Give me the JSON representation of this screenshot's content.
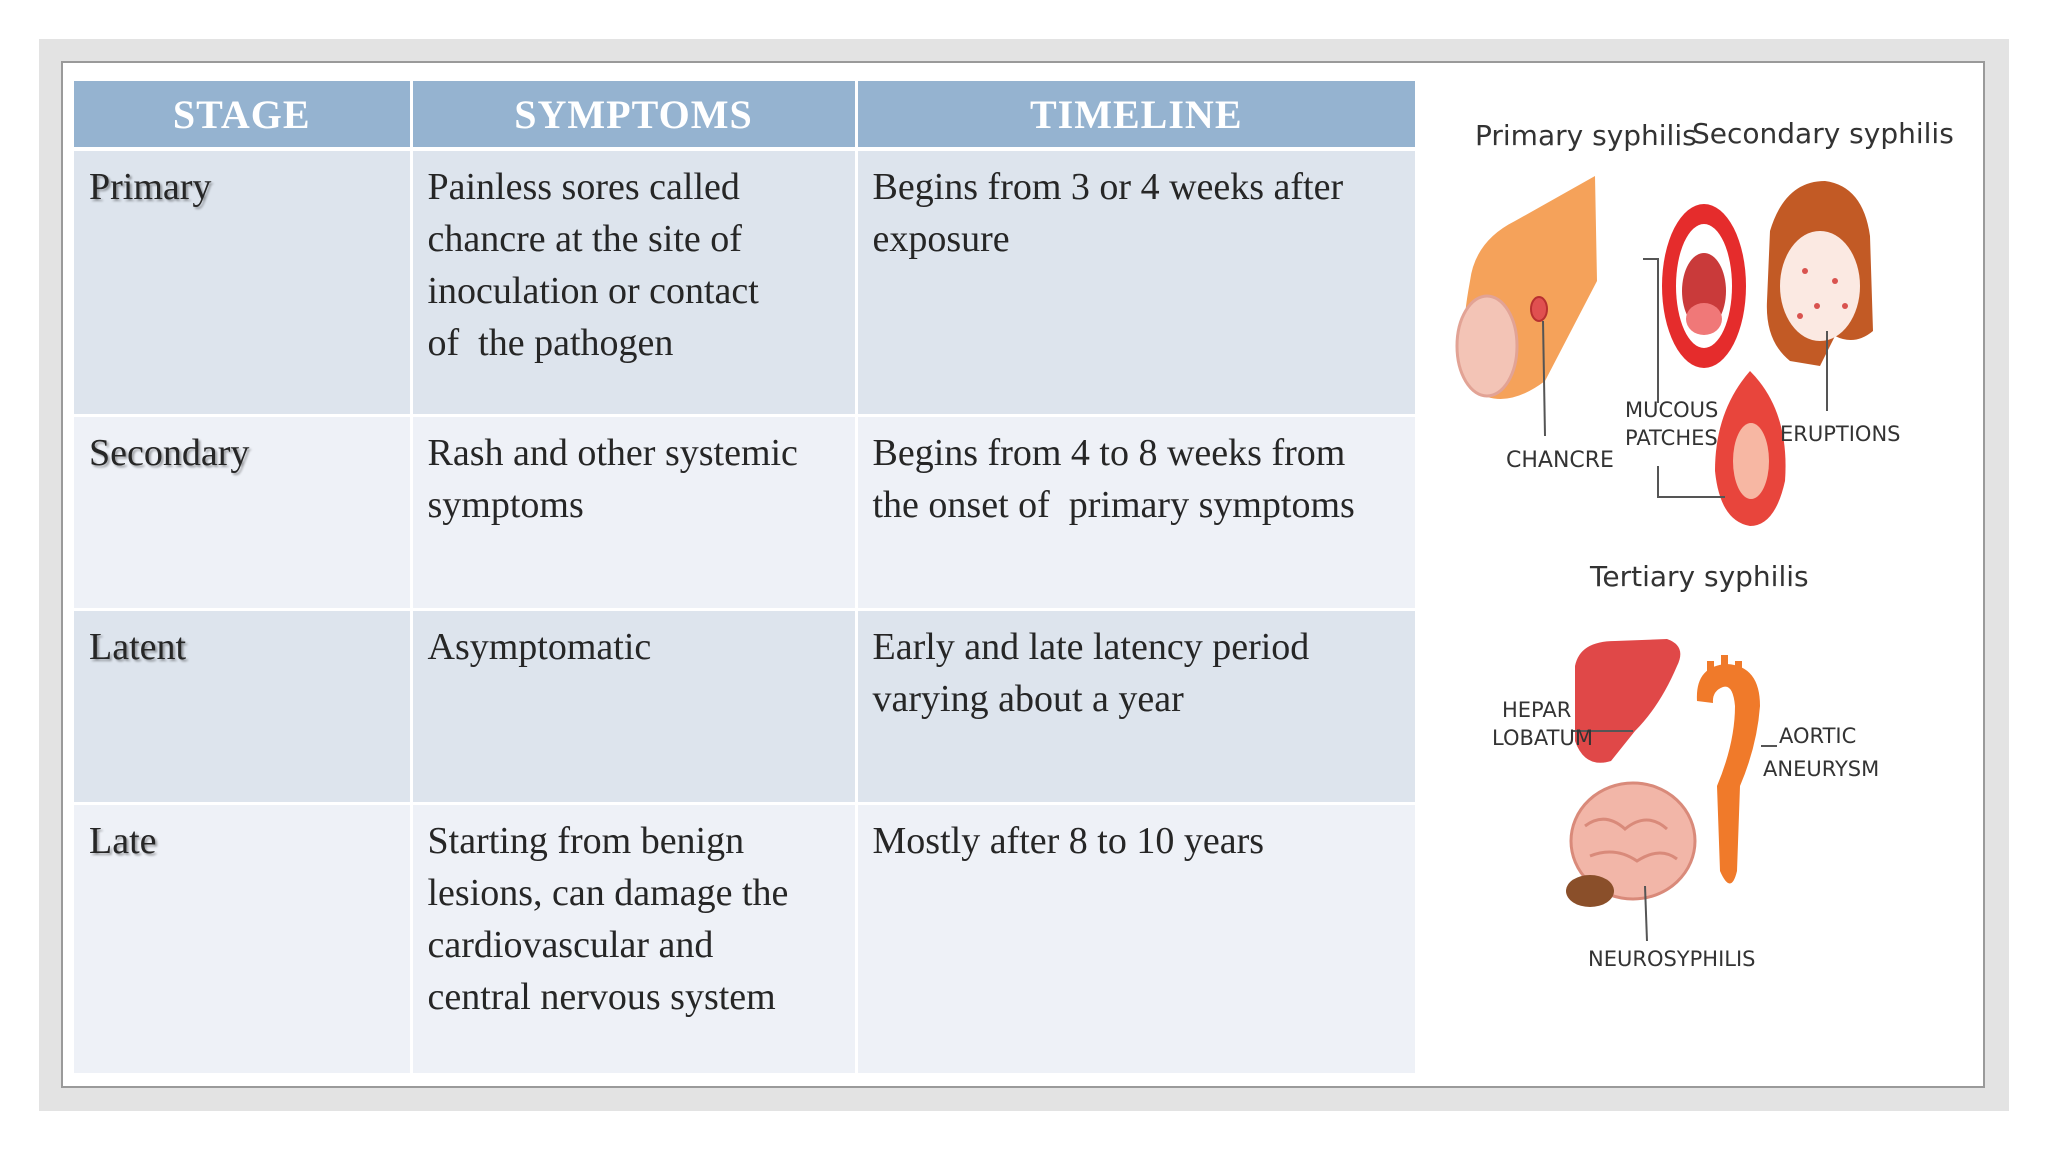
{
  "table": {
    "headers": [
      "STAGE",
      "SYMPTOMS",
      "TIMELINE"
    ],
    "rows": [
      {
        "stage": "Primary",
        "symptoms": [
          "Painless sores called",
          "chancre at the site of",
          "inoculation or contact",
          "of  the pathogen"
        ],
        "timeline": [
          "Begins from 3 or 4 weeks after",
          "exposure"
        ]
      },
      {
        "stage": "Secondary",
        "symptoms": [
          "Rash and other systemic",
          "symptoms"
        ],
        "timeline": [
          "Begins from 4 to 8 weeks from",
          "the onset of  primary symptoms"
        ]
      },
      {
        "stage": "Latent",
        "symptoms": [
          "Asymptomatic"
        ],
        "timeline": [
          "Early and late latency period",
          "varying about a year"
        ]
      },
      {
        "stage": "Late",
        "symptoms": [
          "Starting from benign",
          "lesions, can damage the",
          "cardiovascular and",
          "central nervous system"
        ],
        "timeline": [
          "Mostly after 8 to 10 years"
        ]
      }
    ]
  },
  "illustration": {
    "primary_title": "Primary syphilis",
    "secondary_title": "Secondary syphilis",
    "tertiary_title": "Tertiary syphilis",
    "chancre_label": "CHANCRE",
    "mucous_label_1": "MUCOUS",
    "mucous_label_2": "PATCHES",
    "eruptions_label": "ERUPTIONS",
    "hepar_label_1": "HEPAR",
    "hepar_label_2": "LOBATUM",
    "aortic_label_1": "AORTIC",
    "aortic_label_2": "ANEURYSM",
    "neuro_label": "NEUROSYPHILIS"
  }
}
